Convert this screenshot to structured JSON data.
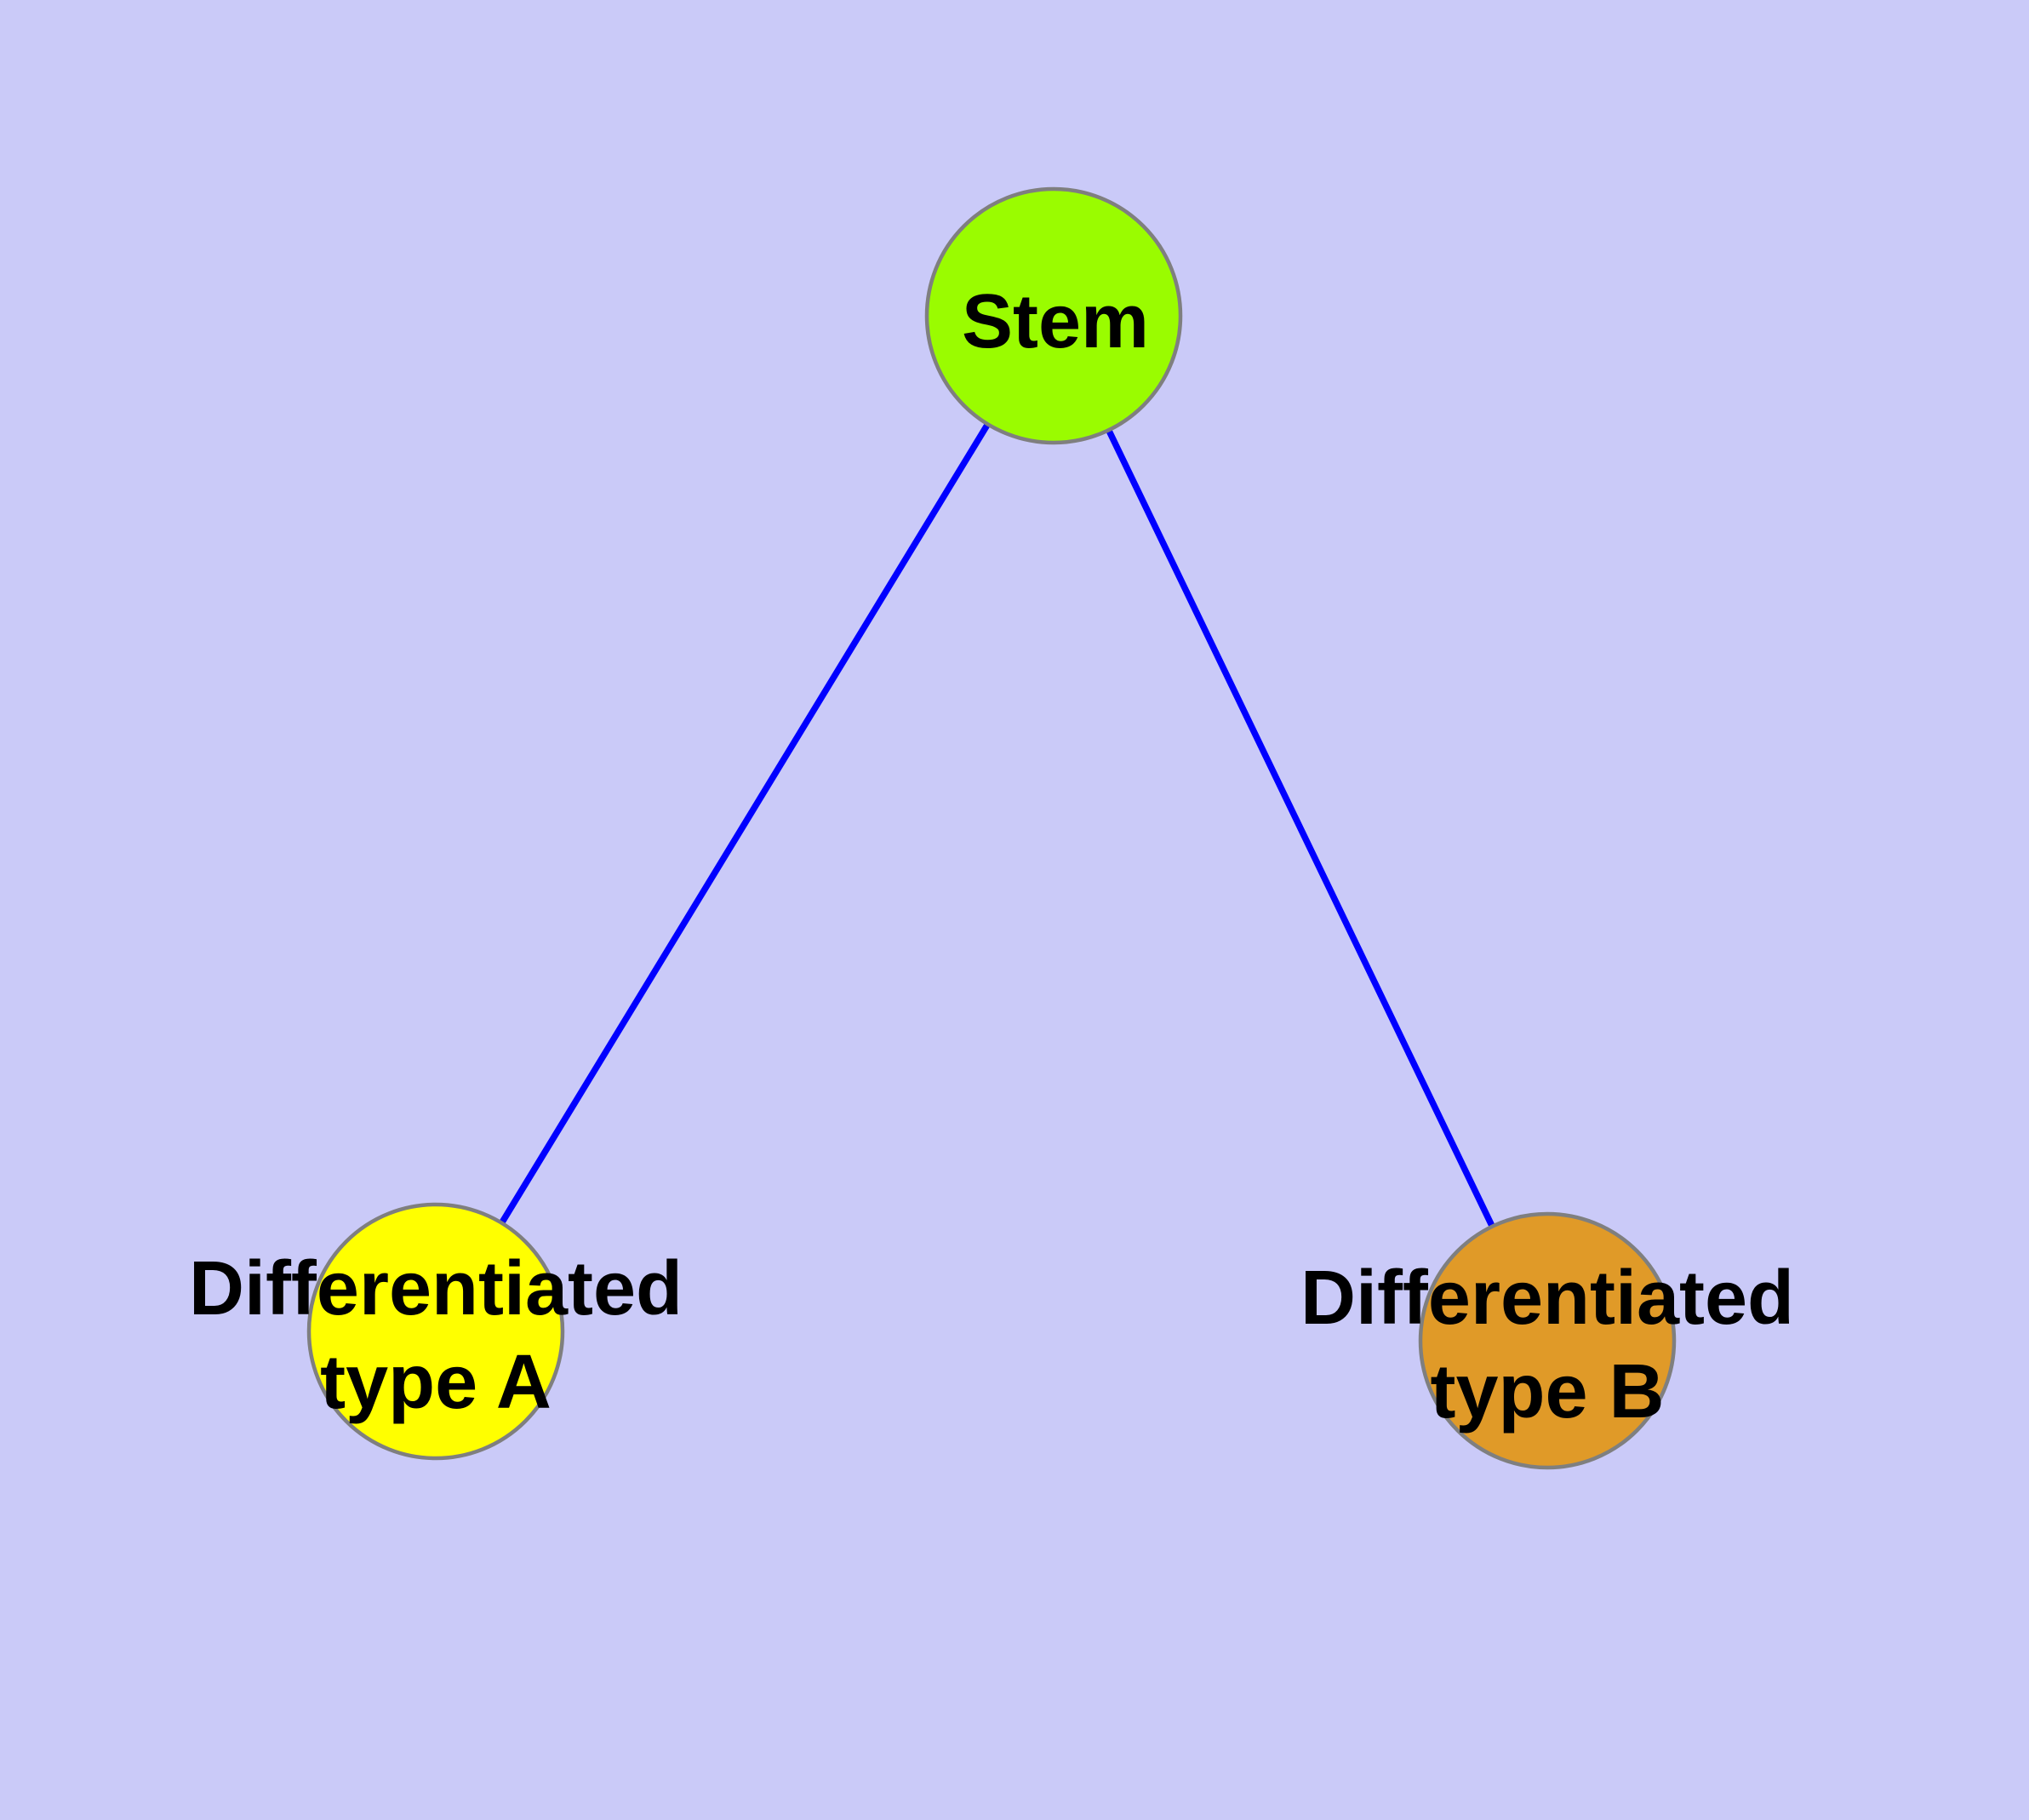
{
  "canvas": {
    "background_color": "#CACAF8",
    "label_color": "#000000"
  },
  "diagram": {
    "type": "graph",
    "edge_color": "#0000FF",
    "node_border_color": "#7F7F7F",
    "nodes": {
      "stem": {
        "label": "Stem",
        "fill": "#9AFC00"
      },
      "type_a": {
        "label": "Differentiated type A",
        "label_line1": "Differentiated",
        "label_line2": "type A",
        "fill": "#FFFF00"
      },
      "type_b": {
        "label": "Differentiated type B",
        "label_line1": "Differentiated",
        "label_line2": "type B",
        "fill": "#E09A28"
      }
    },
    "edges": [
      {
        "from": "Stem",
        "to": "Differentiated type A"
      },
      {
        "from": "Stem",
        "to": "Differentiated type B"
      }
    ]
  }
}
